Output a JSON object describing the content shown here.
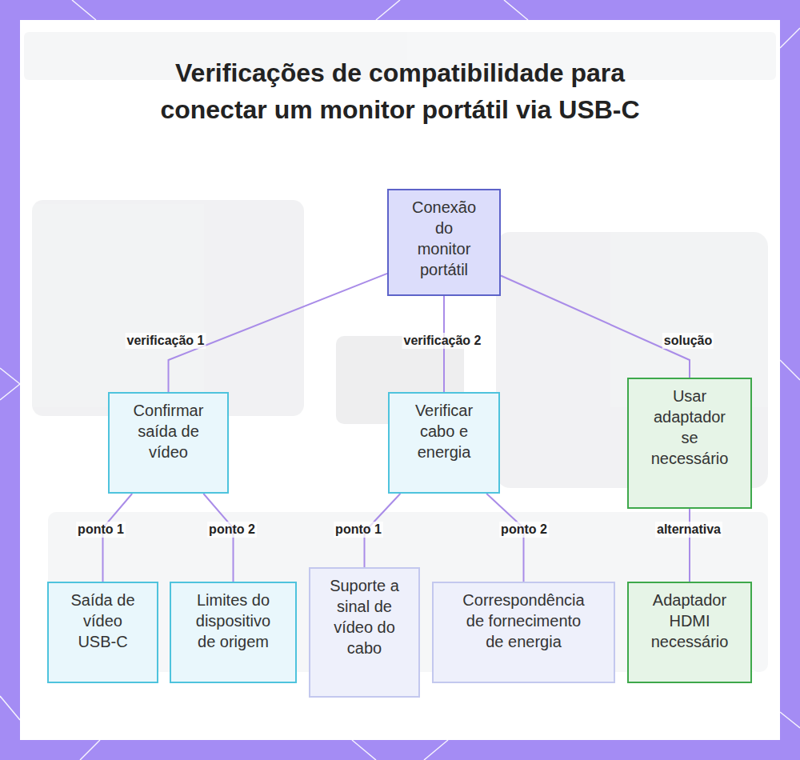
{
  "diagram": {
    "title": "Verificações de compatibilidade para conectar um monitor portátil via USB-C",
    "nodes": [
      {
        "text": [
          "Conexão do monitor portátil"
        ]
      },
      {
        "text": [
          "Confirmar saída de vídeo"
        ]
      },
      {
        "text": [
          "Verificar cabo e energia"
        ]
      },
      {
        "text": [
          "Usar adaptador se necessário"
        ]
      },
      {
        "text": [
          "Saída de vídeo USB-C"
        ]
      },
      {
        "text": [
          "Limites do dispositivo de origem"
        ]
      },
      {
        "text": [
          "Suporte a sinal de vídeo do cabo"
        ]
      },
      {
        "text": [
          "Correspondência de fornecimento de energia"
        ]
      },
      {
        "text": [
          "Adaptador HDMI necessário"
        ]
      }
    ],
    "edges": [
      {
        "from": 0,
        "to": 1,
        "label": "verificação 1",
        "arrow": "none"
      },
      {
        "from": 0,
        "to": 2,
        "label": "verificação 2",
        "arrow": "none"
      },
      {
        "from": 0,
        "to": 3,
        "label": "solução",
        "arrow": "none"
      },
      {
        "from": 1,
        "to": 4,
        "label": "ponto 1",
        "arrow": "none"
      },
      {
        "from": 1,
        "to": 5,
        "label": "ponto 2",
        "arrow": "none"
      },
      {
        "from": 2,
        "to": 6,
        "label": "ponto 1",
        "arrow": "none"
      },
      {
        "from": 2,
        "to": 7,
        "label": "ponto 2",
        "arrow": "none"
      },
      {
        "from": 3,
        "to": 8,
        "label": "alternativa",
        "arrow": "none"
      }
    ]
  }
}
